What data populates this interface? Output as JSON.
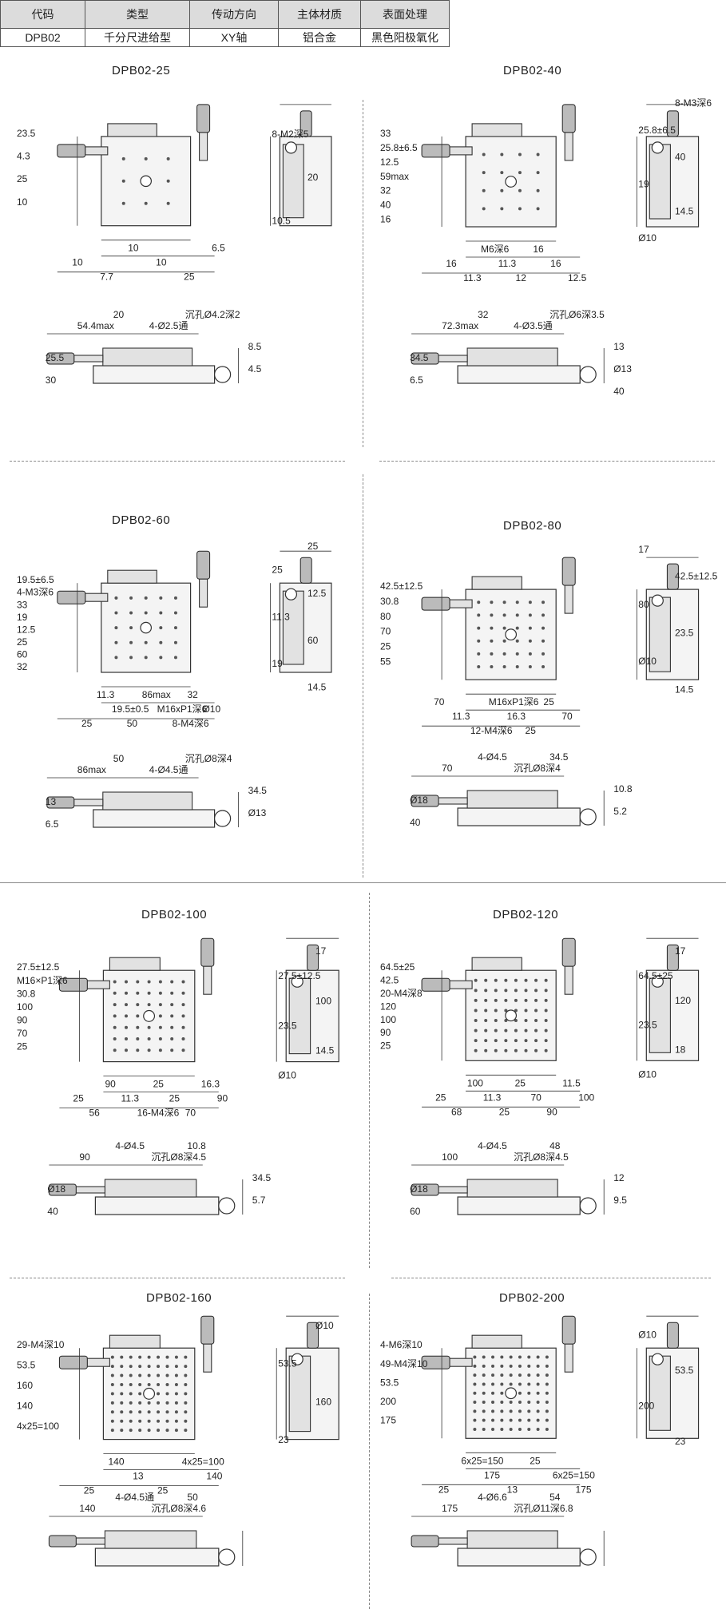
{
  "table": {
    "headers": [
      "代码",
      "类型",
      "传动方向",
      "主体材质",
      "表面处理"
    ],
    "row": [
      "DPB02",
      "千分尺进给型",
      "XY轴",
      "铝合金",
      "黑色阳极氧化"
    ]
  },
  "models": [
    {
      "title": "DPB02-25",
      "labels": {
        "top": [
          "23.5",
          "4.3",
          "25",
          "10",
          "10",
          "7.7",
          "10",
          "10",
          "25",
          "6.5",
          "8-M2深5",
          "20",
          "10.5"
        ],
        "side": [
          "54.4max",
          "20",
          "4-Ø2.5通",
          "沉孔Ø4.2深2",
          "8.5",
          "25.5",
          "4.5",
          "30"
        ]
      }
    },
    {
      "title": "DPB02-40",
      "labels": {
        "top": [
          "33",
          "25.8±6.5",
          "12.5",
          "59max",
          "32",
          "40",
          "16",
          "16",
          "11.3",
          "M6深6",
          "11.3",
          "12",
          "16",
          "16",
          "12.5",
          "8-M3深6",
          "25.8±6.5",
          "40",
          "19",
          "14.5",
          "Ø10"
        ],
        "side": [
          "72.3max",
          "32",
          "4-Ø3.5通",
          "沉孔Ø6深3.5",
          "13",
          "34.5",
          "Ø13",
          "6.5",
          "40"
        ]
      }
    },
    {
      "title": "DPB02-60",
      "labels": {
        "top": [
          "19.5±6.5",
          "4-M3深6",
          "33",
          "19",
          "12.5",
          "25",
          "60",
          "32",
          "25",
          "11.3",
          "19.5±0.5",
          "50",
          "86max",
          "M16xP1深6",
          "8-M4深6",
          "32",
          "Ø10",
          "25",
          "25",
          "12.5",
          "11.3",
          "60",
          "19",
          "14.5"
        ],
        "side": [
          "86max",
          "50",
          "4-Ø4.5通",
          "沉孔Ø8深4",
          "34.5",
          "13",
          "Ø13",
          "6.5"
        ]
      }
    },
    {
      "title": "DPB02-80",
      "labels": {
        "top": [
          "42.5±12.5",
          "30.8",
          "80",
          "70",
          "25",
          "55",
          "70",
          "11.3",
          "12-M4深6",
          "M16xP1深6",
          "16.3",
          "25",
          "25",
          "70",
          "17",
          "42.5±12.5",
          "80",
          "23.5",
          "Ø10",
          "14.5"
        ],
        "side": [
          "70",
          "4-Ø4.5",
          "沉孔Ø8深4",
          "34.5",
          "10.8",
          "Ø18",
          "5.2",
          "40"
        ]
      }
    },
    {
      "title": "DPB02-100",
      "labels": {
        "top": [
          "27.5±12.5",
          "M16×P1深6",
          "30.8",
          "100",
          "90",
          "70",
          "25",
          "25",
          "56",
          "90",
          "11.3",
          "16-M4深6",
          "25",
          "25",
          "70",
          "16.3",
          "90",
          "17",
          "27.5±12.5",
          "100",
          "23.5",
          "14.5",
          "Ø10"
        ],
        "side": [
          "90",
          "4-Ø4.5",
          "沉孔Ø8深4.5",
          "10.8",
          "34.5",
          "Ø18",
          "5.7",
          "40"
        ]
      }
    },
    {
      "title": "DPB02-120",
      "labels": {
        "top": [
          "64.5±25",
          "42.5",
          "20-M4深8",
          "120",
          "100",
          "90",
          "25",
          "25",
          "68",
          "100",
          "11.3",
          "25",
          "25",
          "70",
          "90",
          "11.5",
          "100",
          "17",
          "64.5±25",
          "120",
          "23.5",
          "18",
          "Ø10"
        ],
        "side": [
          "100",
          "4-Ø4.5",
          "沉孔Ø8深4.5",
          "48",
          "12",
          "Ø18",
          "9.5",
          "60"
        ]
      }
    },
    {
      "title": "DPB02-160",
      "labels": {
        "top": [
          "29-M4深10",
          "53.5",
          "160",
          "140",
          "4x25=100",
          "25",
          "140",
          "13",
          "25",
          "4x25=100",
          "140",
          "Ø10",
          "53.5",
          "160",
          "23"
        ],
        "side": [
          "140",
          "4-Ø4.5通",
          "沉孔Ø8深4.6",
          "50"
        ]
      }
    },
    {
      "title": "DPB02-200",
      "labels": {
        "top": [
          "4-M6深10",
          "49-M4深10",
          "53.5",
          "200",
          "175",
          "25",
          "6x25=150",
          "175",
          "13",
          "25",
          "6x25=150",
          "175",
          "Ø10",
          "53.5",
          "200",
          "23"
        ],
        "side": [
          "175",
          "4-Ø6.6",
          "沉孔Ø11深6.8",
          "54"
        ]
      }
    }
  ]
}
